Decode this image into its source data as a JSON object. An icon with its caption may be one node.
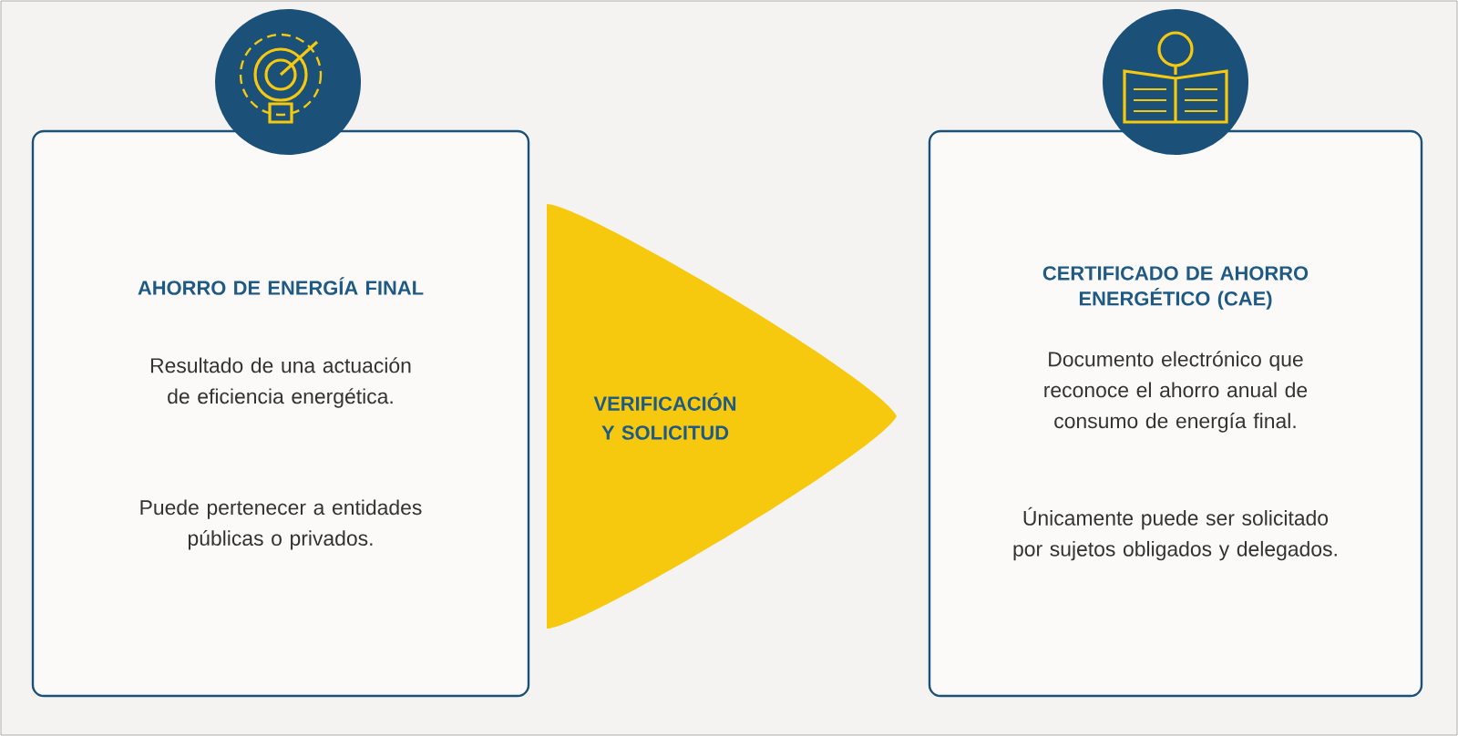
{
  "diagram": {
    "nodes": [
      {
        "text": [
          "AHORRO DE ENERGÍA FINAL",
          "Resultado de una actuación de eficiencia energética.",
          "Puede pertenecer a entidades públicas o privados."
        ]
      },
      {
        "text": [
          "VERIFICACIÓN Y SOLICITUD"
        ]
      },
      {
        "text": [
          "CERTIFICADO DE AHORRO ENERGÉTICO (CAE)",
          "Documento electrónico que reconoce el ahorro anual de consumo de energía final.",
          "Únicamente puede ser solicitado por sujetos obligados y delegados."
        ]
      }
    ]
  }
}
